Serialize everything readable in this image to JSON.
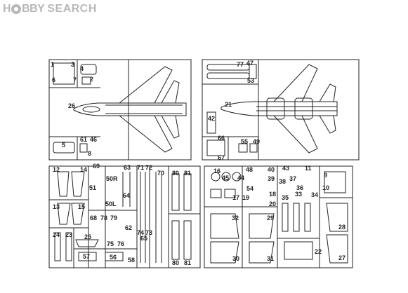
{
  "watermark": {
    "brand": "HOBBY SEARCH",
    "brand_parts": [
      "H",
      "BBY",
      "SEARCH"
    ]
  },
  "sprues": {
    "top_left": [
      "1",
      "3",
      "4",
      "2",
      "6",
      "7",
      "26",
      "5",
      "61",
      "46",
      "8"
    ],
    "top_right": [
      "77",
      "47",
      "53",
      "21",
      "42",
      "66",
      "55",
      "49",
      "67"
    ],
    "bottom_left": [
      "12",
      "14",
      "69",
      "63",
      "71",
      "72",
      "70",
      "80",
      "81",
      "51",
      "50R",
      "64",
      "13",
      "15",
      "50L",
      "68",
      "78",
      "79",
      "62",
      "24",
      "23",
      "25",
      "74",
      "73",
      "65",
      "75",
      "76",
      "57",
      "56",
      "58",
      "80",
      "81"
    ],
    "bottom_right": [
      "16",
      "45",
      "44",
      "48",
      "40",
      "43",
      "11",
      "9",
      "39",
      "38",
      "37",
      "36",
      "10",
      "54",
      "17",
      "19",
      "18",
      "20",
      "35",
      "33",
      "34",
      "32",
      "29",
      "28",
      "22",
      "30",
      "31",
      "27"
    ]
  }
}
